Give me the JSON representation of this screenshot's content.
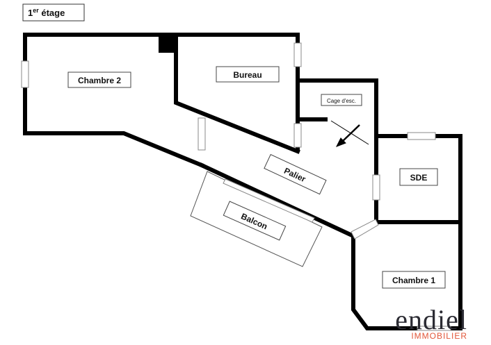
{
  "floor_label": "1er étage",
  "floor_label_parts": {
    "main": "1",
    "sup": "er",
    "rest": " étage"
  },
  "rooms": {
    "chambre2": "Chambre 2",
    "bureau": "Bureau",
    "cage": "Cage d'esc.",
    "palier": "Palier",
    "sde": "SDE",
    "balcon": "Balcon",
    "chambre1": "Chambre 1"
  },
  "brand": {
    "name": "endiel",
    "tagline": "IMMOBILIER"
  },
  "colors": {
    "wall": "#000000",
    "brand_accent": "#e2573a",
    "brand_dark": "#2b2b33"
  }
}
